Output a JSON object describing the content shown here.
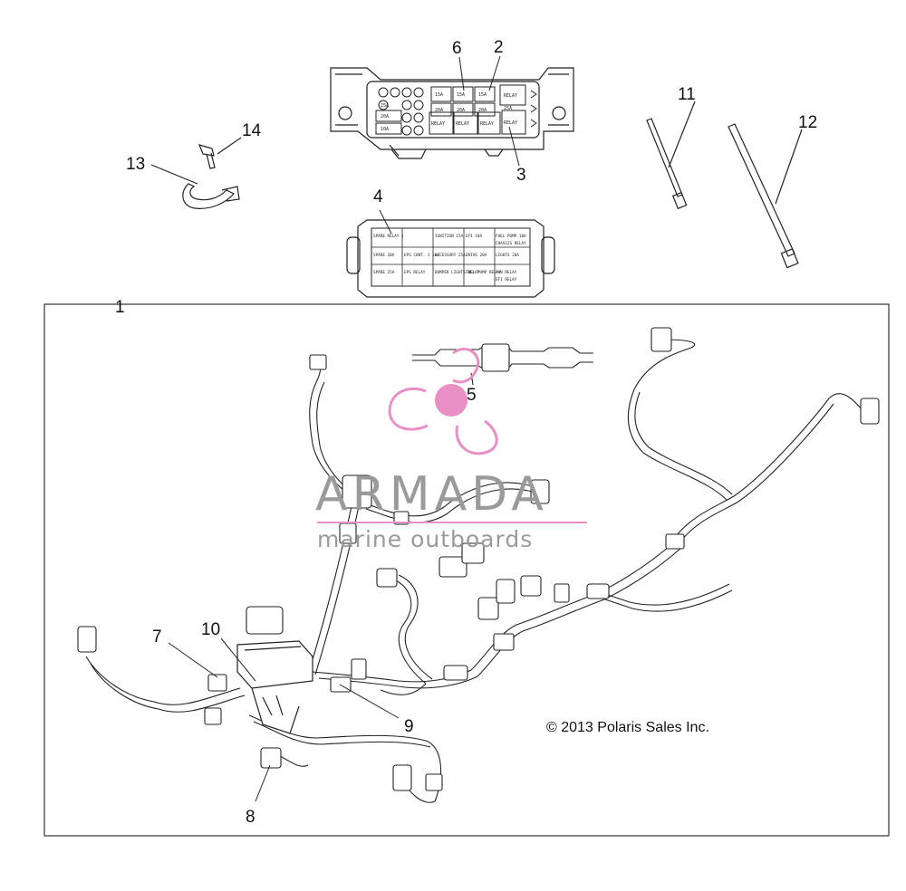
{
  "callouts": {
    "c1": "1",
    "c2": "2",
    "c3": "3",
    "c4": "4",
    "c5": "5",
    "c6": "6",
    "c7": "7",
    "c8": "8",
    "c9": "9",
    "c10": "10",
    "c11": "11",
    "c12": "12",
    "c13": "13",
    "c14": "14"
  },
  "copyright": "© 2013 Polaris Sales Inc.",
  "watermark": {
    "title": "ARMADA",
    "subtitle": "marine outboards",
    "accent_color": "#e98fc6",
    "text_color": "#9a9a9a"
  },
  "fuse_cover_labels": [
    [
      "SPARE RELAY 1",
      "",
      "IGNITION 15A",
      "EFI 10A",
      "FUEL PUMP 10A",
      "CHASSIS RELAY"
    ],
    [
      "SPARE 20A",
      "EPS CONT. 1 10A",
      "ACCESSORY 25A",
      "DRIVE 20A",
      "LIGHTS 20A",
      ""
    ],
    [
      "SPARE 25A",
      "EPS RELAY",
      "BUMPER LIGHTS RELAY",
      "FUEL PUMP RELAY",
      "FAN RELAY",
      "EFI RELAY"
    ]
  ],
  "fuse_box_labels": {
    "top_row": [
      "15A",
      "15A",
      "15A",
      "RELAY"
    ],
    "mid_row": [
      "20A",
      "20A",
      "20A",
      "25A"
    ],
    "bottom_row": [
      "RELAY",
      "RELAY",
      "RELAY",
      "RELAY"
    ],
    "left_col": [
      "25A",
      "20A",
      "10A"
    ]
  }
}
